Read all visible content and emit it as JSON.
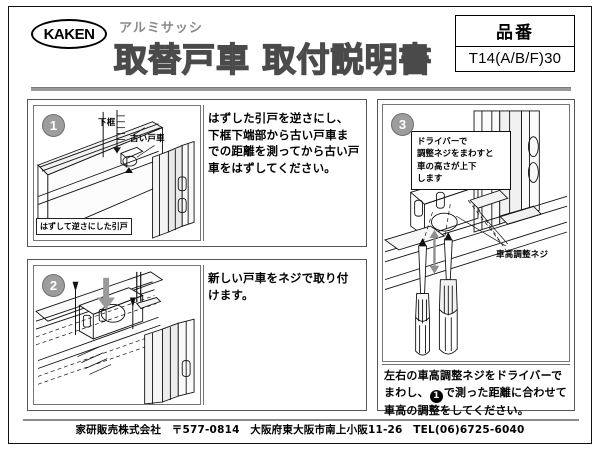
{
  "header": {
    "logo": "KAKEN",
    "kana_subtitle": "アルミサッシ",
    "title": "取替戸車 取付説明書",
    "part_number_label": "品番",
    "part_number_value": "T14(A/B/F)30"
  },
  "steps": [
    {
      "number": "1",
      "text": "はずした引戸を逆さにし、下框下端部から古い戸車までの距離を測ってから古い戸車をはずしてください。",
      "figure_labels": {
        "lower_rail": "下框",
        "old_roller": "古い戸車",
        "boxed": "はずして逆さにした引戸"
      }
    },
    {
      "number": "2",
      "text": "新しい戸車をネジで取り付けます。",
      "figure_labels": {}
    },
    {
      "number": "3",
      "callout": "ドライバーで\n調整ネジをまわすと\n車の高さが上下\nします",
      "figure_labels": {
        "adjust_screw": "車高調整ネジ"
      },
      "text_prefix": "左右の車高調整ネジをドライバーでまわし、",
      "text_suffix": "で測った距離に合わせて車高の調整をしてください。",
      "inline_badge": "1"
    }
  ],
  "footer": {
    "text": "家研販売株式会社　〒577-0814　大阪府東大阪市南上小阪11-26　TEL(06)6725-6040"
  },
  "colors": {
    "title_gray": "#a6a6a6",
    "badge_gray": "#9d9d9d",
    "rule_gray": "#9a9a9a",
    "line_black": "#111111"
  }
}
